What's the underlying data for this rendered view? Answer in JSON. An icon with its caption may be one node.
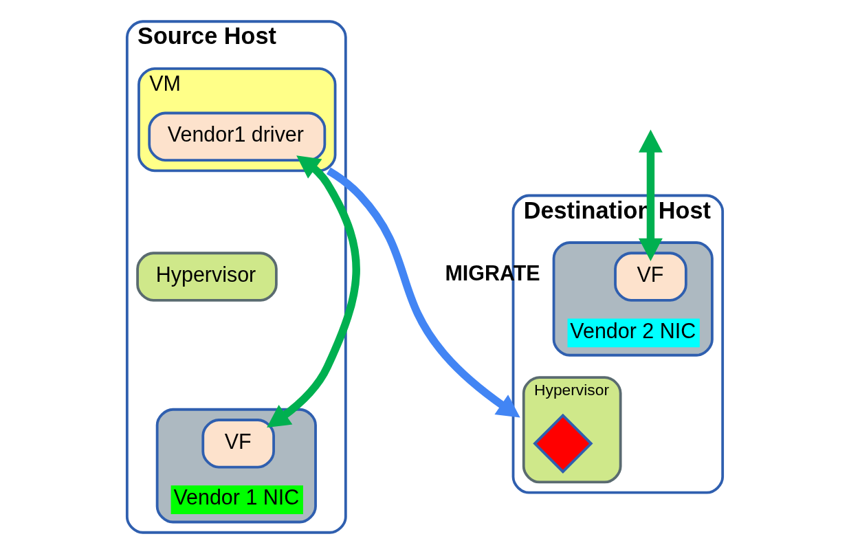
{
  "diagram": {
    "nodes": [
      {
        "text": [
          "Source Host"
        ]
      },
      {
        "text": [
          "VM"
        ],
        "in": 0
      },
      {
        "text": [
          "Vendor1 driver"
        ],
        "in": 1
      },
      {
        "text": [
          "Hypervisor"
        ],
        "in": 0
      },
      {
        "text": [
          "Vendor 1 NIC"
        ],
        "in": 0
      },
      {
        "text": [
          "VF"
        ],
        "in": 4
      },
      {
        "text": [
          "Destination Host"
        ]
      },
      {
        "text": [
          "Hypervisor"
        ],
        "in": 6
      },
      {
        "text": [],
        "shape": "cross",
        "in": 7
      },
      {
        "text": [
          "Vendor 2 NIC"
        ],
        "in": 6
      },
      {
        "text": [
          "VF"
        ],
        "in": 9
      }
    ],
    "edges": [
      {
        "from": 1,
        "to": 6,
        "arrow": "to",
        "label": "MIGRATE",
        "color": "#4285f4"
      },
      {
        "from": 2,
        "to": 5,
        "arrow": "both"
      },
      {
        "from": null,
        "to": 10,
        "arrow": "both"
      }
    ]
  }
}
